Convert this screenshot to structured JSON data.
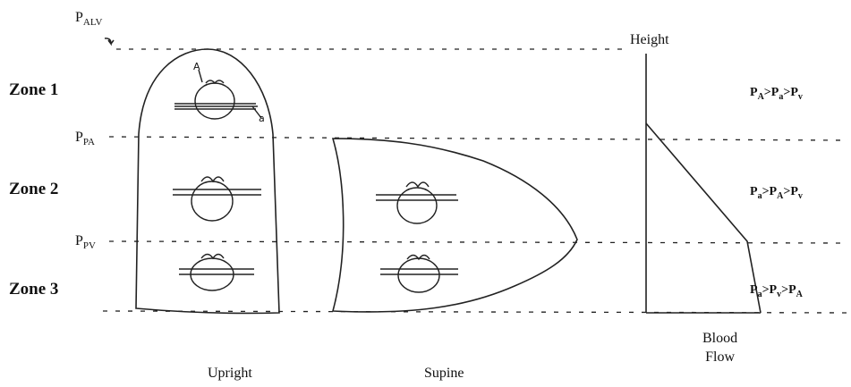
{
  "pressure_lines": [
    {
      "main": "P",
      "sub": "ALV"
    },
    {
      "main": "P",
      "sub": "PA"
    },
    {
      "main": "P",
      "sub": "PV"
    }
  ],
  "zones": [
    {
      "label": "Zone 1",
      "condition": [
        "P",
        "A",
        ">",
        "P",
        "a",
        ">",
        "P",
        "v"
      ]
    },
    {
      "label": "Zone 2",
      "condition": [
        "P",
        "a",
        ">",
        "P",
        "A",
        ">",
        "P",
        "v"
      ]
    },
    {
      "label": "Zone 3",
      "condition": [
        "P",
        "a",
        ">",
        "P",
        "v",
        ">",
        "P",
        "A"
      ]
    }
  ],
  "lung_captions": {
    "upright": "Upright",
    "supine": "Supine"
  },
  "vessel_annotations": {
    "alveolar": "A",
    "arterial": "a"
  },
  "graph": {
    "y_axis_label": "Height",
    "x_axis_label_line1": "Blood",
    "x_axis_label_line2": "Flow"
  }
}
